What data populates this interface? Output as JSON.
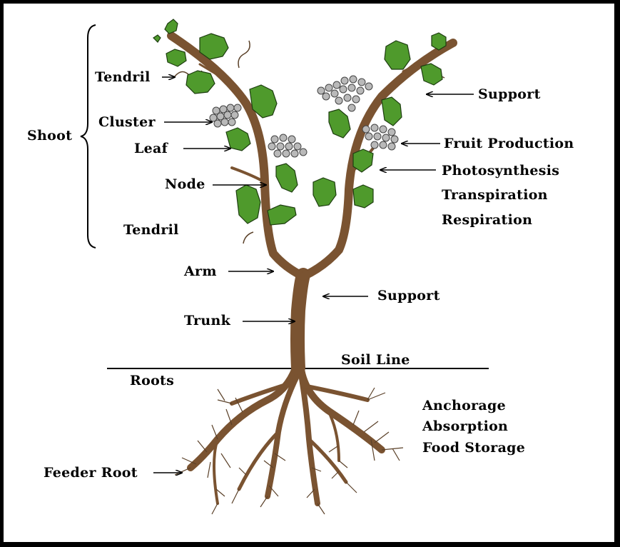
{
  "colors": {
    "trunk": "#7a5331",
    "leaf": "#4f9a2c",
    "cluster": "#b9b9b9",
    "ink": "#000000",
    "frame": "#000000",
    "background": "#ffffff"
  },
  "labels": {
    "shoot": "Shoot",
    "tendril_top": "Tendril",
    "cluster": "Cluster",
    "leaf": "Leaf",
    "node": "Node",
    "tendril_bottom": "Tendril",
    "arm": "Arm",
    "trunk": "Trunk",
    "roots": "Roots",
    "feeder_root": "Feeder Root",
    "support_top": "Support",
    "fruit_production": "Fruit Production",
    "photosynthesis": "Photosynthesis",
    "transpiration": "Transpiration",
    "respiration": "Respiration",
    "support_trunk": "Support",
    "soil_line": "Soil Line",
    "anchorage": "Anchorage",
    "absorption": "Absorption",
    "food_storage": "Food Storage"
  }
}
